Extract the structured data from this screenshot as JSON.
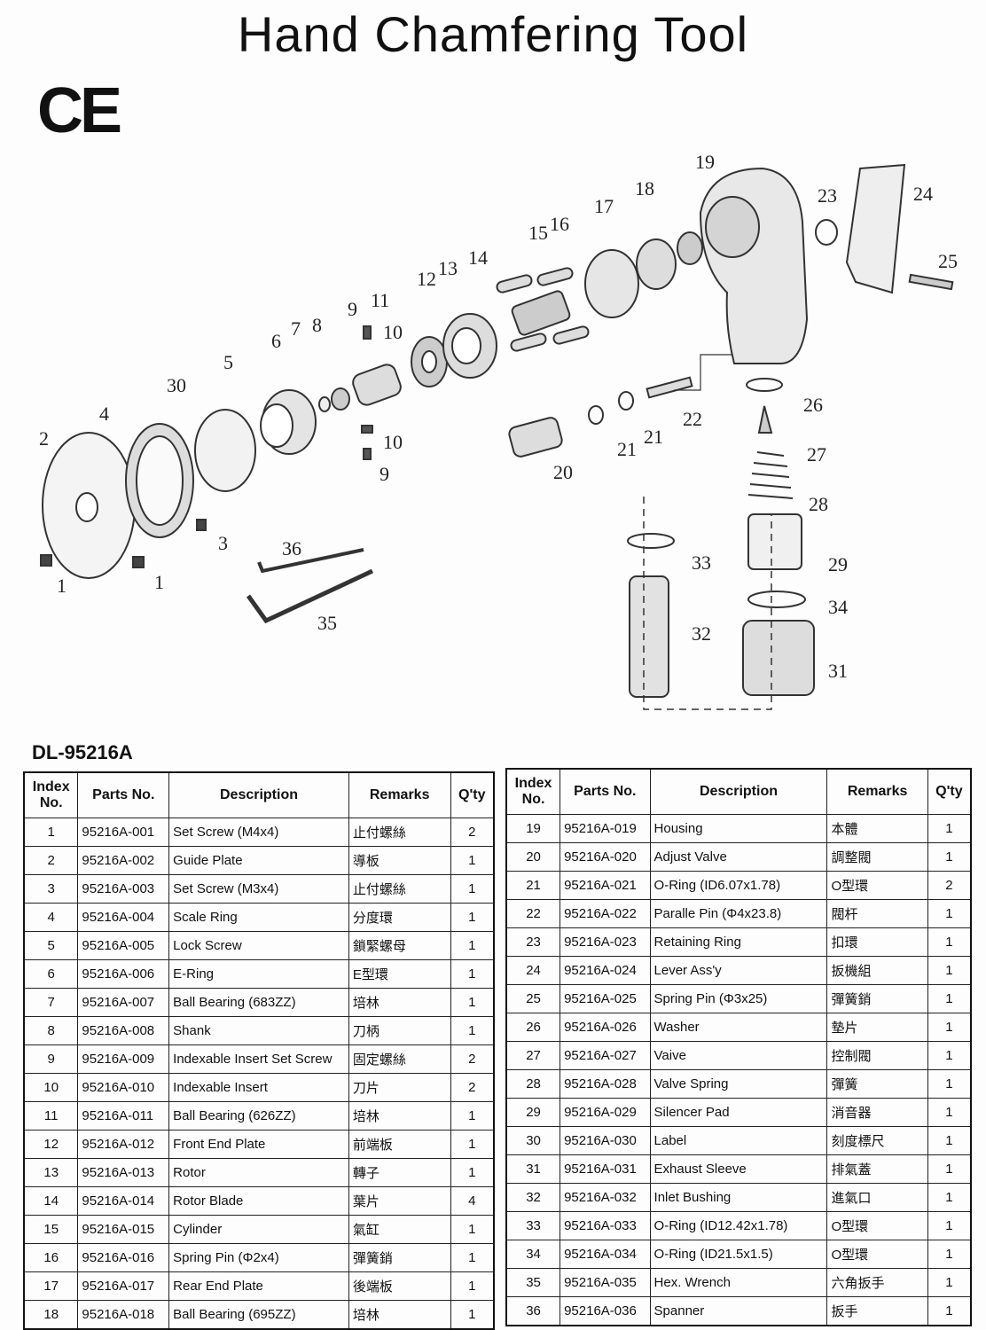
{
  "title": "Hand Chamfering Tool",
  "mark": "CE",
  "model": "DL-95216A",
  "headers": {
    "index": "Index No.",
    "parts_no": "Parts No.",
    "description": "Description",
    "remarks": "Remarks",
    "qty": "Q'ty"
  },
  "diagram_labels": [
    "1",
    "1",
    "2",
    "3",
    "4",
    "5",
    "6",
    "7",
    "8",
    "9",
    "9",
    "10",
    "10",
    "11",
    "12",
    "13",
    "14",
    "15",
    "16",
    "17",
    "18",
    "19",
    "20",
    "21",
    "21",
    "22",
    "23",
    "24",
    "25",
    "26",
    "27",
    "28",
    "29",
    "30",
    "31",
    "32",
    "33",
    "34",
    "35",
    "36"
  ],
  "left_table": [
    {
      "index": "1",
      "parts_no": "95216A-001",
      "description": "Set Screw (M4x4)",
      "remarks": "止付螺絲",
      "qty": "2"
    },
    {
      "index": "2",
      "parts_no": "95216A-002",
      "description": "Guide Plate",
      "remarks": "導板",
      "qty": "1"
    },
    {
      "index": "3",
      "parts_no": "95216A-003",
      "description": "Set Screw (M3x4)",
      "remarks": "止付螺絲",
      "qty": "1"
    },
    {
      "index": "4",
      "parts_no": "95216A-004",
      "description": "Scale Ring",
      "remarks": "分度環",
      "qty": "1"
    },
    {
      "index": "5",
      "parts_no": "95216A-005",
      "description": "Lock Screw",
      "remarks": "鎖緊螺母",
      "qty": "1"
    },
    {
      "index": "6",
      "parts_no": "95216A-006",
      "description": "E-Ring",
      "remarks": "E型環",
      "qty": "1"
    },
    {
      "index": "7",
      "parts_no": "95216A-007",
      "description": "Ball Bearing (683ZZ)",
      "remarks": "培林",
      "qty": "1"
    },
    {
      "index": "8",
      "parts_no": "95216A-008",
      "description": "Shank",
      "remarks": "刀柄",
      "qty": "1"
    },
    {
      "index": "9",
      "parts_no": "95216A-009",
      "description": "Indexable Insert Set Screw",
      "remarks": "固定螺絲",
      "qty": "2"
    },
    {
      "index": "10",
      "parts_no": "95216A-010",
      "description": "Indexable Insert",
      "remarks": "刀片",
      "qty": "2"
    },
    {
      "index": "11",
      "parts_no": "95216A-011",
      "description": "Ball Bearing (626ZZ)",
      "remarks": "培林",
      "qty": "1"
    },
    {
      "index": "12",
      "parts_no": "95216A-012",
      "description": "Front End Plate",
      "remarks": "前端板",
      "qty": "1"
    },
    {
      "index": "13",
      "parts_no": "95216A-013",
      "description": "Rotor",
      "remarks": "轉子",
      "qty": "1"
    },
    {
      "index": "14",
      "parts_no": "95216A-014",
      "description": "Rotor Blade",
      "remarks": "葉片",
      "qty": "4"
    },
    {
      "index": "15",
      "parts_no": "95216A-015",
      "description": "Cylinder",
      "remarks": "氣缸",
      "qty": "1"
    },
    {
      "index": "16",
      "parts_no": "95216A-016",
      "description": "Spring Pin (Φ2x4)",
      "remarks": "彈簧銷",
      "qty": "1"
    },
    {
      "index": "17",
      "parts_no": "95216A-017",
      "description": "Rear End Plate",
      "remarks": "後端板",
      "qty": "1"
    },
    {
      "index": "18",
      "parts_no": "95216A-018",
      "description": "Ball Bearing (695ZZ)",
      "remarks": "培林",
      "qty": "1"
    }
  ],
  "right_table": [
    {
      "index": "19",
      "parts_no": "95216A-019",
      "description": "Housing",
      "remarks": "本體",
      "qty": "1"
    },
    {
      "index": "20",
      "parts_no": "95216A-020",
      "description": "Adjust Valve",
      "remarks": "調整閥",
      "qty": "1"
    },
    {
      "index": "21",
      "parts_no": "95216A-021",
      "description": "O-Ring (ID6.07x1.78)",
      "remarks": "O型環",
      "qty": "2"
    },
    {
      "index": "22",
      "parts_no": "95216A-022",
      "description": "Paralle Pin (Φ4x23.8)",
      "remarks": "閥杆",
      "qty": "1"
    },
    {
      "index": "23",
      "parts_no": "95216A-023",
      "description": "Retaining Ring",
      "remarks": "扣環",
      "qty": "1"
    },
    {
      "index": "24",
      "parts_no": "95216A-024",
      "description": "Lever Ass'y",
      "remarks": "扳機組",
      "qty": "1"
    },
    {
      "index": "25",
      "parts_no": "95216A-025",
      "description": "Spring Pin (Φ3x25)",
      "remarks": "彈簧銷",
      "qty": "1"
    },
    {
      "index": "26",
      "parts_no": "95216A-026",
      "description": "Washer",
      "remarks": "墊片",
      "qty": "1"
    },
    {
      "index": "27",
      "parts_no": "95216A-027",
      "description": "Vaive",
      "remarks": "控制閥",
      "qty": "1"
    },
    {
      "index": "28",
      "parts_no": "95216A-028",
      "description": "Valve Spring",
      "remarks": "彈簧",
      "qty": "1"
    },
    {
      "index": "29",
      "parts_no": "95216A-029",
      "description": "Silencer Pad",
      "remarks": "消音器",
      "qty": "1"
    },
    {
      "index": "30",
      "parts_no": "95216A-030",
      "description": "Label",
      "remarks": "刻度標尺",
      "qty": "1"
    },
    {
      "index": "31",
      "parts_no": "95216A-031",
      "description": "Exhaust Sleeve",
      "remarks": "排氣蓋",
      "qty": "1"
    },
    {
      "index": "32",
      "parts_no": "95216A-032",
      "description": "Inlet Bushing",
      "remarks": "進氣口",
      "qty": "1"
    },
    {
      "index": "33",
      "parts_no": "95216A-033",
      "description": "O-Ring (ID12.42x1.78)",
      "remarks": "O型環",
      "qty": "1"
    },
    {
      "index": "34",
      "parts_no": "95216A-034",
      "description": "O-Ring (ID21.5x1.5)",
      "remarks": "O型環",
      "qty": "1"
    },
    {
      "index": "35",
      "parts_no": "95216A-035",
      "description": "Hex. Wrench",
      "remarks": "六角扳手",
      "qty": "1"
    },
    {
      "index": "36",
      "parts_no": "95216A-036",
      "description": "Spanner",
      "remarks": "扳手",
      "qty": "1"
    }
  ]
}
